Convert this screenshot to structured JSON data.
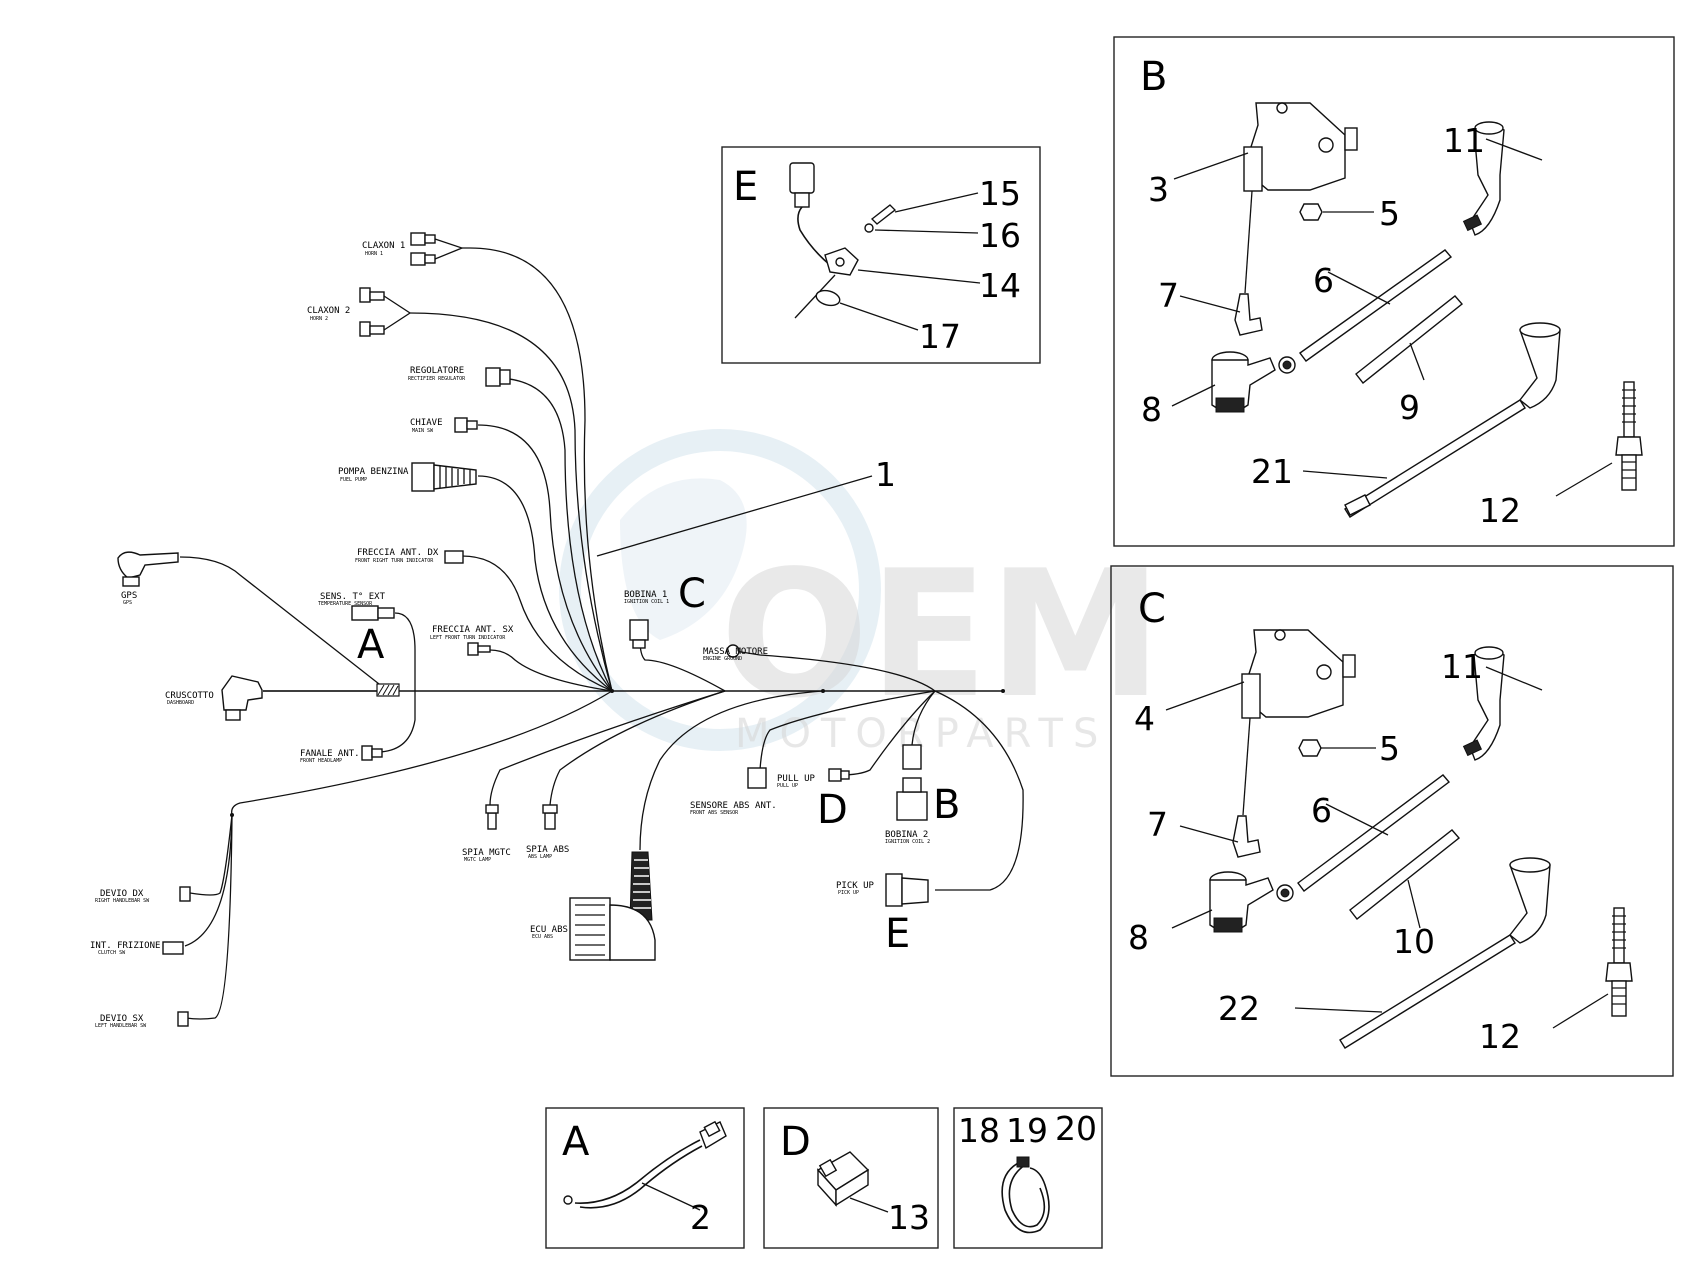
{
  "watermark": {
    "main": "OEM",
    "sub": "MOTORPARTS"
  },
  "connector_labels": {
    "claxon1": "CLAXON 1",
    "claxon1_sub": "HORN 1",
    "claxon2": "CLAXON 2",
    "claxon2_sub": "HORN 2",
    "regolatore": "REGOLATORE",
    "regolatore_sub": "RECTIFIER REGULATOR",
    "chiave": "CHIAVE",
    "chiave_sub": "MAIN SW",
    "pompa": "POMPA BENZINA",
    "pompa_sub": "FUEL PUMP",
    "freccia_dx": "FRECCIA ANT. DX",
    "freccia_dx_sub": "FRONT RIGHT TURN INDICATOR",
    "freccia_sx": "FRECCIA ANT. SX",
    "freccia_sx_sub": "LEFT FRONT TURN INDICATOR",
    "gps": "GPS",
    "gps_sub": "GPS",
    "sens": "SENS. T° EXT",
    "sens_sub": "TEMPERATURE SENSOR",
    "cruscotto": "CRUSCOTTO",
    "cruscotto_sub": "DASHBOARD",
    "fanale": "FANALE ANT.",
    "fanale_sub": "FRONT HEADLAMP",
    "bobina1": "BOBINA 1",
    "bobina1_sub": "IGNITION COIL 1",
    "massa": "MASSA MOTORE",
    "massa_sub": "ENGINE GROUND",
    "pullup": "PULL UP",
    "pullup_sub": "PULL UP",
    "sensore_abs": "SENSORE ABS ANT.",
    "sensore_abs_sub": "FRONT ABS SENSOR",
    "bobina2": "BOBINA 2",
    "bobina2_sub": "IGNITION COIL 2",
    "pickup": "PICK UP",
    "pickup_sub": "PICK UP",
    "spia_mgtc": "SPIA MGTC",
    "spia_mgtc_sub": "MGTC LAMP",
    "spia_abs": "SPIA ABS",
    "spia_abs_sub": "ABS LAMP",
    "ecu_abs": "ECU ABS",
    "ecu_abs_sub": "ECU ABS",
    "devio_dx": "DEVIO DX",
    "devio_dx_sub": "RIGHT HANDLEBAR SW",
    "int_frizione": "INT. FRIZIONE",
    "int_frizione_sub": "CLUTCH SW",
    "devio_sx": "DEVIO SX",
    "devio_sx_sub": "LEFT HANDLEBAR SW"
  },
  "main_letters": {
    "A": "A",
    "B": "B",
    "C": "C",
    "D": "D",
    "E": "E"
  },
  "main_numbers": {
    "n1": "1"
  },
  "box_E": {
    "letter": "E",
    "n14": "14",
    "n15": "15",
    "n16": "16",
    "n17": "17"
  },
  "box_B": {
    "letter": "B",
    "n3": "3",
    "n5": "5",
    "n6": "6",
    "n7": "7",
    "n8": "8",
    "n9": "9",
    "n11": "11",
    "n12": "12",
    "n21": "21"
  },
  "box_C": {
    "letter": "C",
    "n4": "4",
    "n5": "5",
    "n6": "6",
    "n7": "7",
    "n8": "8",
    "n10": "10",
    "n11": "11",
    "n12": "12",
    "n22": "22"
  },
  "box_A": {
    "letter": "A",
    "n2": "2"
  },
  "box_D": {
    "letter": "D",
    "n13": "13"
  },
  "box_F": {
    "n18": "18",
    "n19": "19",
    "n20": "20"
  }
}
